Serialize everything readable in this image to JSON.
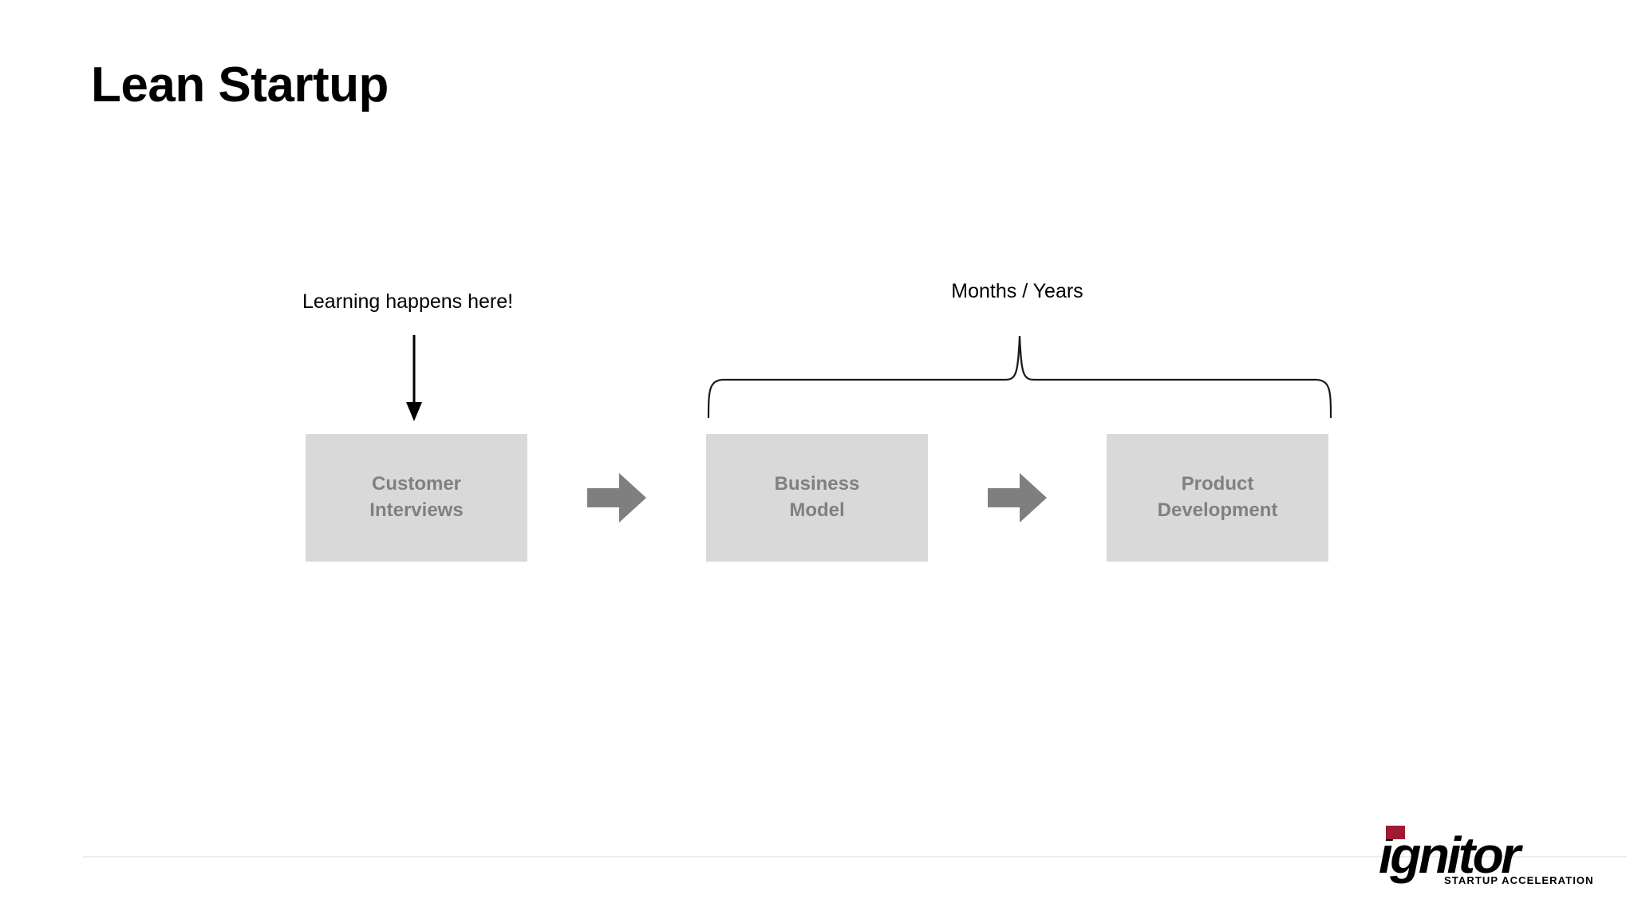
{
  "slide": {
    "title": "Lean Startup",
    "background_color": "#ffffff"
  },
  "annotations": {
    "learning": {
      "label": "Learning happens here!",
      "icon": "down-arrow-icon",
      "color": "#000000"
    },
    "duration": {
      "label": "Months / Years",
      "icon": "curly-brace-icon",
      "color": "#000000"
    }
  },
  "process": {
    "box_fill_color": "#d9d9d9",
    "box_text_color": "#808080",
    "arrow_color": "#7f7f7f",
    "steps": [
      {
        "line1": "Customer",
        "line2": "Interviews"
      },
      {
        "line1": "Business",
        "line2": "Model"
      },
      {
        "line1": "Product",
        "line2": "Development"
      }
    ],
    "connectors": [
      {
        "icon": "right-arrow-icon"
      },
      {
        "icon": "right-arrow-icon"
      }
    ]
  },
  "footer": {
    "divider_color": "#eeeeee",
    "logo": {
      "wordmark": "ignitor",
      "tagline": "STARTUP ACCELERATION",
      "accent_color": "#9e1b32",
      "text_color": "#000000"
    }
  }
}
